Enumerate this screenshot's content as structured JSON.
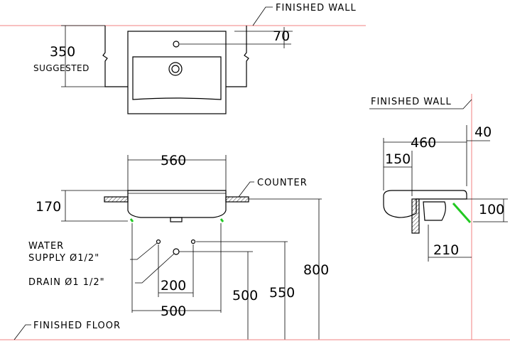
{
  "labels": {
    "finished_wall_top": "FINISHED WALL",
    "finished_wall_side": "FINISHED WALL",
    "suggested": "SUGGESTED",
    "counter": "COUNTER",
    "water_supply_line1": "WATER",
    "water_supply_line2": "SUPPLY Ø1/2\"",
    "drain": "DRAIN Ø1 1/2\"",
    "finished_floor": "FINISHED FLOOR"
  },
  "dimensions": {
    "d350": "350",
    "d70": "70",
    "d560": "560",
    "d170": "170",
    "d200": "200",
    "d500_h": "500",
    "d500_v": "500",
    "d550": "550",
    "d800": "800",
    "d460": "460",
    "d40": "40",
    "d150": "150",
    "d100": "100",
    "d210": "210"
  },
  "colors": {
    "wall_line": "#f08080",
    "supply_marker": "#22c922",
    "line": "#000000"
  }
}
